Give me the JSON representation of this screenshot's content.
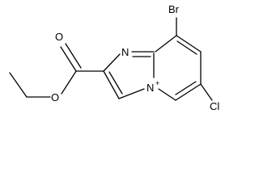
{
  "molecule": {
    "labels": {
      "bromine": "Br",
      "chlorine": "Cl",
      "ring_nitrogen": "N",
      "bridgehead_nitrogen": "N",
      "bridgehead_charge": "+",
      "carbonyl_oxygen": "O",
      "ester_oxygen": "O"
    }
  }
}
